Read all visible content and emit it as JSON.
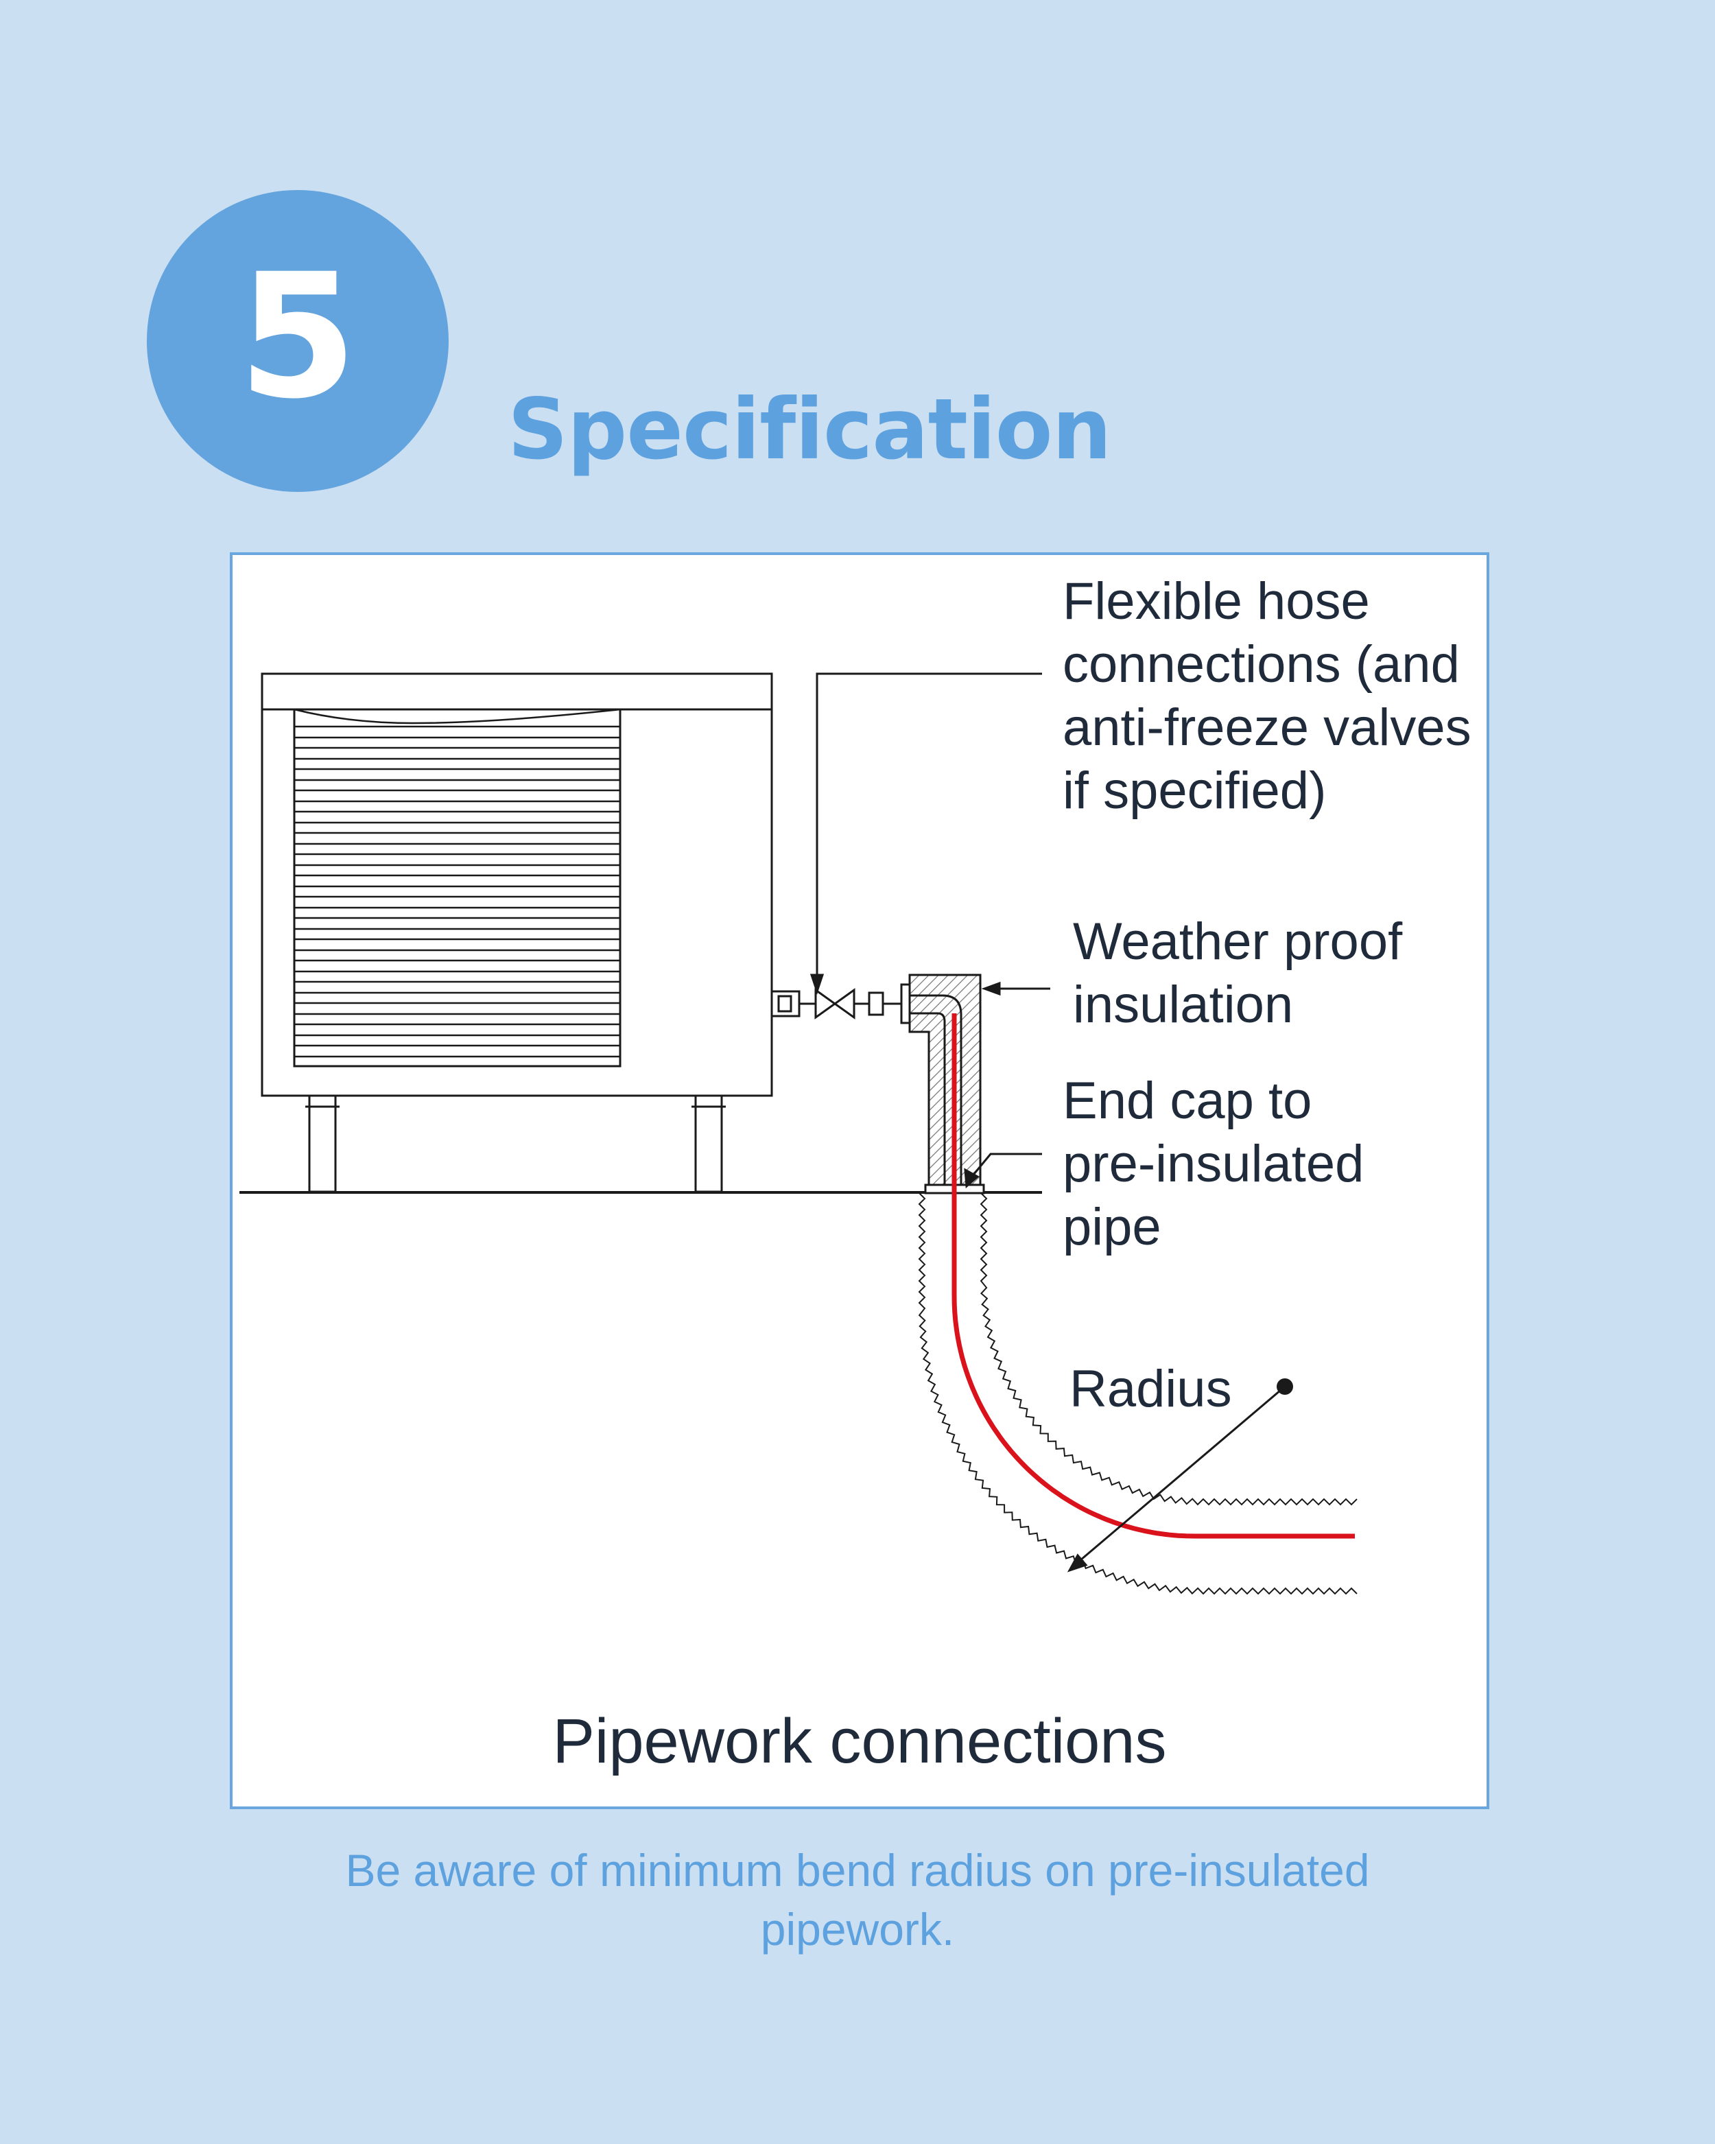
{
  "step": {
    "number": "5",
    "title": "Specification"
  },
  "diagram": {
    "callouts": {
      "flexible_hose": "Flexible hose\nconnections (and\nanti-freeze valves\nif specified)",
      "weather_proof": "Weather proof\ninsulation",
      "end_cap": "End cap to\npre-insulated\npipe",
      "radius": "Radius"
    },
    "caption": "Pipework connections",
    "colors": {
      "pipe": "#d9121b",
      "line": "#1a1a1a",
      "panel_border": "#6aa7de"
    }
  },
  "footnote": "Be aware of minimum bend radius on pre-insulated pipework.",
  "colors": {
    "background": "#cbdff3",
    "accent": "#5da1de",
    "circle": "#63a4de",
    "text": "#1f2a3a"
  }
}
